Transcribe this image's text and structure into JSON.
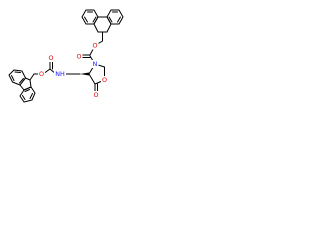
{
  "structure": {
    "atoms": {
      "ring_n": "N",
      "ring_o": "O",
      "carbonyl_o_ring": "O",
      "carbamate_o_top": "O",
      "carbonyl_o_top": "O",
      "amide_nh": "NH",
      "carbamate_o_left": "O",
      "carbonyl_o_left": "O"
    },
    "colors": {
      "bond": "#000000",
      "nitrogen": "#1a1aff",
      "oxygen": "#e00000"
    }
  }
}
